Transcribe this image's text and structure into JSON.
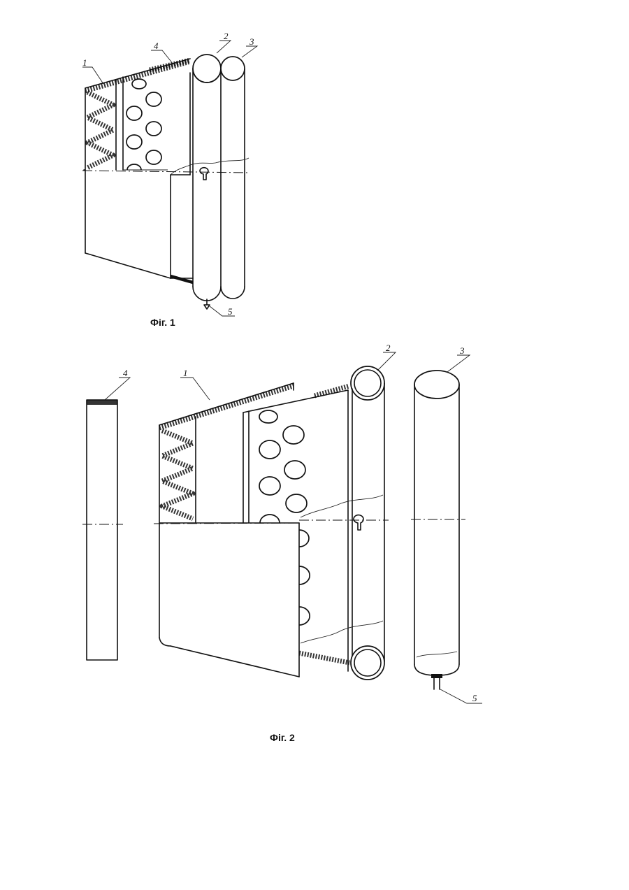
{
  "figures": [
    {
      "caption": "Фіг. 1",
      "labels": {
        "panel": "1",
        "collector": "2",
        "tank": "3",
        "insulation": "4",
        "valve": "5"
      }
    },
    {
      "caption": "Фіг. 2",
      "labels": {
        "panel": "1",
        "collector": "2",
        "tank": "3",
        "insulation": "4",
        "valve": "5"
      }
    }
  ]
}
